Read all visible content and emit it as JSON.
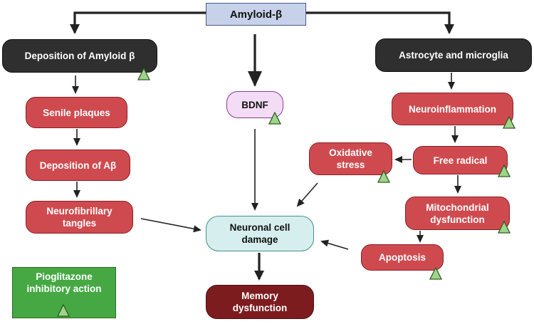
{
  "colors": {
    "top_box": "#c7d1ea",
    "dark_box": "#2f2f2f",
    "red_box": "#cf4a4f",
    "pink_box": "#f3dcf6",
    "teal_box": "#d6efee",
    "maroon_box": "#7d1c1e",
    "legend_box": "#46a843",
    "marker": "#9fd48a",
    "arrow": "#222222"
  },
  "icons": {
    "inhibition_marker": "green-triangle-icon"
  },
  "nodes": {
    "amyloid_beta": "Amyloid-β",
    "deposition_amyloid": "Deposition of Amyloid β",
    "astrocyte_microglia": "Astrocyte and microglia",
    "bdnf": "BDNF",
    "senile_plaques": "Senile plaques",
    "deposition_ab": "Deposition of Aβ",
    "neurofibrillary_tangles": "Neurofibrillary\ntangles",
    "neuroinflammation": "Neuroinflammation",
    "free_radical": "Free radical",
    "oxidative_stress": "Oxidative\nstress",
    "mitochondrial_dysfunction": "Mitochondrial\ndysfunction",
    "apoptosis": "Apoptosis",
    "neuronal_cell_damage": "Neuronal cell\ndamage",
    "memory_dysfunction": "Memory\ndysfunction"
  },
  "legend": {
    "label": "Pioglitazone\ninhibitory action"
  }
}
